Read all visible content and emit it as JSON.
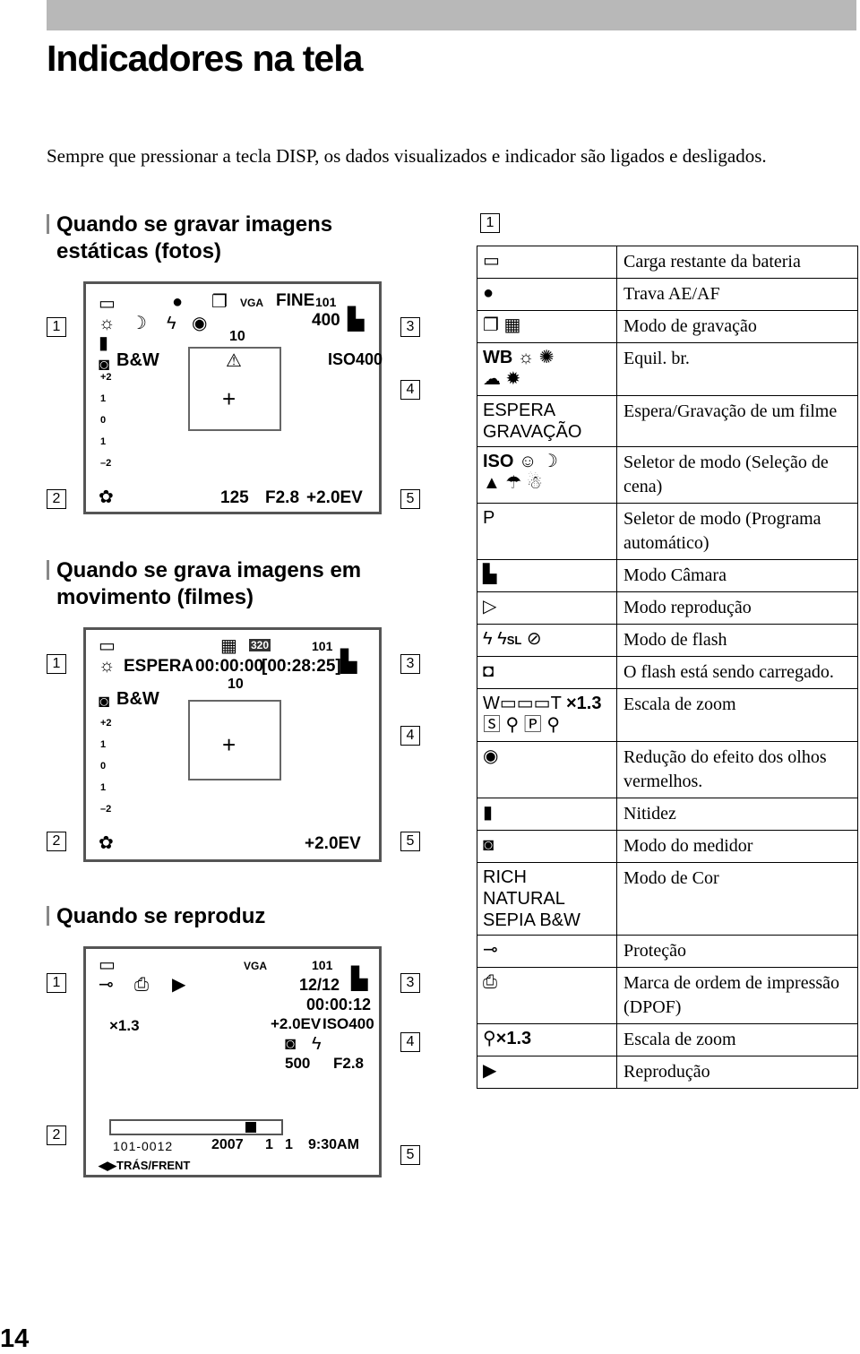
{
  "page": {
    "title": "Indicadores na tela",
    "intro": "Sempre que pressionar a tecla DISP, os dados visualizados e indicador são ligados e desligados.",
    "page_number": "14"
  },
  "sections": {
    "still": {
      "line1": "Quando se gravar imagens",
      "line2": "estáticas (fotos)"
    },
    "movie": {
      "line1": "Quando se grava imagens em",
      "line2": "movimento (filmes)"
    },
    "play": {
      "line1": "Quando se reproduz"
    }
  },
  "badges": {
    "b1": "1",
    "b2": "2",
    "b3": "3",
    "b4": "4",
    "b5": "5"
  },
  "lcd_still": {
    "fine": "FINE",
    "vga": "VGA",
    "folder": "101",
    "shots": "400",
    "bw": "B&W",
    "iso": "ISO400",
    "timer": "10",
    "shutter": "125",
    "aperture": "F2.8",
    "ev": "+2.0EV",
    "scale": [
      "+2",
      "1",
      "0",
      "1",
      "–2"
    ]
  },
  "lcd_movie": {
    "size": "320",
    "folder": "101",
    "standby": "ESPERA",
    "time": "00:00:00",
    "remaining": "[00:28:25]",
    "timer": "10",
    "bw": "B&W",
    "ev": "+2.0EV",
    "scale": [
      "+2",
      "1",
      "0",
      "1",
      "–2"
    ]
  },
  "lcd_play": {
    "vga": "VGA",
    "folder": "101",
    "count": "12/12",
    "elapsed": "00:00:12",
    "ev": "+2.0EV",
    "iso": "ISO400",
    "shutter": "500",
    "aperture": "F2.8",
    "zoom": "×1.3",
    "file": "101-0012",
    "date": "2007",
    "month": "1",
    "day": "1",
    "time": "9:30AM",
    "nav": "TRÁS/FRENT"
  },
  "table": {
    "header": "1",
    "rows": [
      {
        "icon": "battery-icon",
        "label": "",
        "desc": "Carga restante da bateria"
      },
      {
        "icon": "ae-af-lock-icon",
        "label": "",
        "desc": "Trava AE/AF"
      },
      {
        "icon": "recording-mode-icon",
        "label": "",
        "desc": "Modo de gravação"
      },
      {
        "icon": "white-balance-icon",
        "label": "WB",
        "desc": "Equil. br."
      },
      {
        "icon": "movie-standby-icon",
        "label": "ESPERA\nGRAVAÇÃO",
        "desc": "Espera/Gravação de um filme"
      },
      {
        "icon": "scene-icon",
        "label": "ISO",
        "desc": "Seletor de modo (Seleção de cena)"
      },
      {
        "icon": "program-icon",
        "label": "P",
        "desc": "Seletor de modo (Programa automático)"
      },
      {
        "icon": "camera-icon",
        "label": "",
        "desc": "Modo Câmara"
      },
      {
        "icon": "playback-mode-icon",
        "label": "",
        "desc": "Modo reprodução"
      },
      {
        "icon": "flash-icon",
        "label": "SL",
        "desc": "Modo de flash"
      },
      {
        "icon": "flash-charging-icon",
        "label": "",
        "desc": "O flash está sendo carregado."
      },
      {
        "icon": "zoom-bar-icon",
        "label": "×1.3",
        "desc": "Escala de zoom"
      },
      {
        "icon": "red-eye-icon",
        "label": "",
        "desc": "Redução do efeito dos olhos vermelhos."
      },
      {
        "icon": "sharpness-icon",
        "label": "",
        "desc": "Nitidez"
      },
      {
        "icon": "metering-icon",
        "label": "",
        "desc": "Modo do medidor"
      },
      {
        "icon": "color-mode-icon",
        "label": "RICH\nNATURAL\nSEPIA B&W",
        "desc": "Modo de Cor"
      },
      {
        "icon": "protect-key-icon",
        "label": "",
        "desc": "Proteção"
      },
      {
        "icon": "dpof-icon",
        "label": "",
        "desc": "Marca de ordem de impressão (DPOF)"
      },
      {
        "icon": "playback-zoom-icon",
        "label": "×1.3",
        "desc": "Escala de zoom"
      },
      {
        "icon": "play-icon",
        "label": "",
        "desc": "Reprodução"
      }
    ]
  }
}
